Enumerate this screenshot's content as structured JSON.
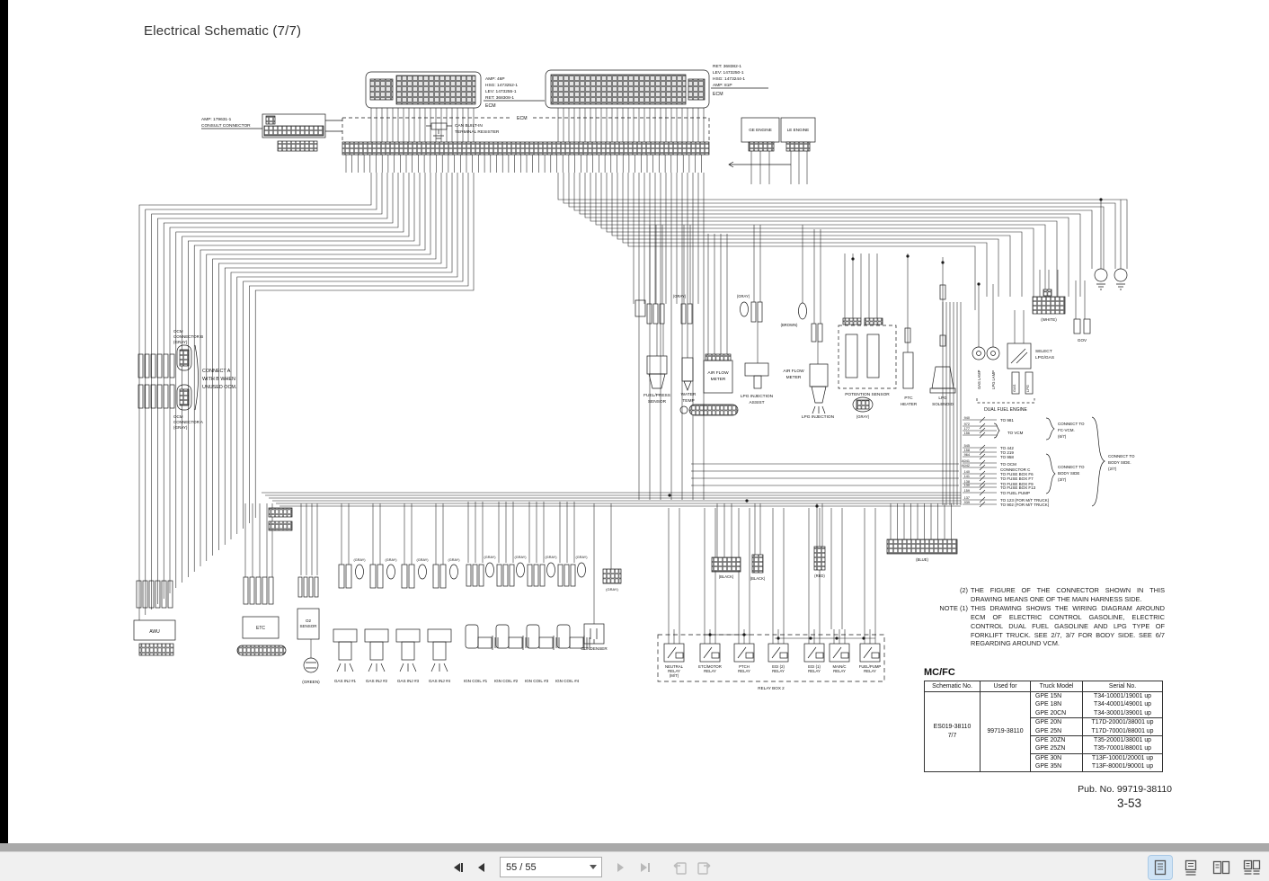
{
  "page": {
    "title": "Electrical Schematic (7/7)",
    "pub_no": "Pub. No. 99719-38110",
    "page_no": "3-53"
  },
  "notes": {
    "note2_label": "(2)",
    "note2_text": "THE FIGURE OF THE CONNECTOR SHOWN IN THIS DRAWING MEANS ONE OF THE MAIN HARNESS SIDE.",
    "note1_label": "NOTE (1)",
    "note1_text": "THIS DRAWING SHOWS THE WIRING DIAGRAM AROUND ECM OF ELECTRIC CONTROL GASOLINE, ELECTRIC CONTROL DUAL FUEL GASOLINE AND LPG TYPE OF FORKLIFT TRUCK. SEE 2/7, 3/7 FOR BODY SIDE. SEE 6/7 REGARDING AROUND VCM."
  },
  "table": {
    "title": "MC/FC",
    "headers": [
      "Schematic No.",
      "Used for",
      "Truck Model",
      "Serial No."
    ],
    "schematic_no": "ES019-38110",
    "schematic_suffix": "7/7",
    "used_for": "99719-38110",
    "rows": [
      {
        "model": "GPE 15N",
        "serial": "T34-10001/19001 up"
      },
      {
        "model": "GPE 18N",
        "serial": "T34-40001/49001 up"
      },
      {
        "model": "GPE 20CN",
        "serial": "T34-30001/39001 up"
      },
      {
        "model": "GPE 20N",
        "serial": "T17D-20001/38001 up"
      },
      {
        "model": "GPE 25N",
        "serial": "T17D-70001/88001 up"
      },
      {
        "model": "GPE 20ZN",
        "serial": "T35-20001/38001 up"
      },
      {
        "model": "GPE 25ZN",
        "serial": "T35-70001/88001 up"
      },
      {
        "model": "GPE 30N",
        "serial": "T13F-10001/20001 up"
      },
      {
        "model": "GPE 35N",
        "serial": "T13F-80001/90001 up"
      }
    ]
  },
  "diagram": {
    "conn_left": {
      "l1": "AMP:  46P",
      "l2": "HSG: 1473252-1",
      "l3": "LEV: 1473255-1",
      "l4": "RET: 368308-1",
      "name": "ECM"
    },
    "conn_right": {
      "l1": "RET: 368382-1",
      "l2": "LEV: 1473250-1",
      "l3": "HSG: 1473244-1",
      "l4": "AMP:  81P",
      "name": "ECM"
    },
    "consult": {
      "l1": "AMP: 179631-1",
      "l2": "CONSULT CONNECTOR"
    },
    "ecm_box": "ECM",
    "can_resistor": {
      "l1": "CAN BUILT-IN",
      "l2": "TERMINAL RESISTER"
    },
    "ge_engine": "GE ENGINE",
    "le_engine": "LE ENGINE",
    "ocm_b": {
      "l1": "OCM",
      "l2": "CONNECTOR B",
      "l3": "(GRAY)"
    },
    "ocm_a": {
      "l1": "OCM",
      "l2": "CONNECTOR A",
      "l3": "(GRAY)"
    },
    "connect_ab": {
      "l1": "CONNECT A",
      "l2": "WITH B WHEN",
      "l3": "UNUSED OCM."
    },
    "awu": "AWU",
    "etc_box": "ETC",
    "o2_sensor": {
      "l1": "O2",
      "l2": "SENSOR"
    },
    "green": "(GREEN)",
    "gray": "(GRAY)",
    "brown": "(BROWN)",
    "white": "(WHITE)",
    "red": "(RED)",
    "blue": "(BLUE)",
    "black": "(BLACK)",
    "fuel_press": {
      "l1": "FUEL/PRESS",
      "l2": "SENSOR"
    },
    "water_temp": {
      "l1": "WATER",
      "l2": "TEMP"
    },
    "air_flow_1": {
      "l1": "AIR FLOW",
      "l2": "METER"
    },
    "lpg_inj_assist": {
      "l1": "LPG INJECTION",
      "l2": "ASSIST"
    },
    "air_flow_2": {
      "l1": "AIR FLOW",
      "l2": "METER"
    },
    "lpg_injection": "LPG INJECTION",
    "potention": "POTENTION SENSOR",
    "ptc": {
      "l1": "PTC",
      "l2": "HEATER"
    },
    "lpg_solenoid": {
      "l1": "LPG",
      "l2": "SOLENOID"
    },
    "gas_lamp": "GAS LAMP",
    "lpg_lamp": "LPG LAMP",
    "select_lpggas": {
      "l1": "SELECT",
      "l2": "LPG/GAS"
    },
    "gas": "GAS",
    "lpg": "LPG",
    "dual_fuel": "DUAL FUEL ENGINE",
    "gov": "GOV",
    "to_list": [
      "TO 981",
      "TO VCM",
      "TO 442",
      "TO 219",
      "TO 958",
      "TO OCM",
      "CONNECTOR C",
      "TO FUSE BOX F6",
      "TO FUSE BOX F7",
      "TO FUSE BOX F9",
      "TO FUSE BOX F13",
      "TO FUEL PUMP",
      "TO 123 (FOR M/T TRUCK)",
      "TO 902 (FOR M/T TRUCK)"
    ],
    "to_wires": [
      "940",
      "972",
      "177",
      "156",
      "545",
      "158",
      "964",
      "A041",
      "A042",
      "140",
      "141",
      "138",
      "130",
      "159",
      "137",
      "939"
    ],
    "connect_fcvcm": {
      "l1": "CONNECT TO",
      "l2": "FC-VCM.",
      "l3": "(6/7)"
    },
    "connect_body3": {
      "l1": "CONNECT TO",
      "l2": "BODY SIDE",
      "l3": "(3/7)"
    },
    "connect_body2": {
      "l1": "CONNECT TO",
      "l2": "BODY SIDE.",
      "l3": "(2/7)"
    },
    "injectors": [
      "GAS INJ #1",
      "GAS INJ #2",
      "GAS INJ #3",
      "GAS INJ #4"
    ],
    "coils": [
      "IGN COIL #1",
      "IGN COIL #2",
      "IGN COIL #3",
      "IGN COIL #4"
    ],
    "condenser": "CONDENSER",
    "relays": [
      {
        "l1": "NEUTRAL",
        "l2": "RELAY",
        "l3": "(M/T)"
      },
      {
        "l1": "ETC/MOTOR",
        "l2": "RELAY",
        "l3": ""
      },
      {
        "l1": "PTCH",
        "l2": "RELAY",
        "l3": ""
      },
      {
        "l1": "EGI (2)",
        "l2": "RELAY",
        "l3": ""
      },
      {
        "l1": "EGI (1)",
        "l2": "RELAY",
        "l3": ""
      },
      {
        "l1": "MAIN/C",
        "l2": "RELAY",
        "l3": ""
      },
      {
        "l1": "FUEL/PUMP",
        "l2": "RELAY",
        "l3": ""
      }
    ],
    "relay_box": "RELAY BOX 2"
  },
  "toolbar": {
    "page_field": "55 / 55",
    "icons": {
      "first": "first-page",
      "prev": "previous-page",
      "next": "next-page",
      "last": "last-page",
      "prev_view": "previous-view",
      "next_view": "next-view",
      "single": "single-page-view",
      "continuous": "continuous-view",
      "facing": "facing-view",
      "facing_continuous": "facing-continuous-view"
    }
  }
}
